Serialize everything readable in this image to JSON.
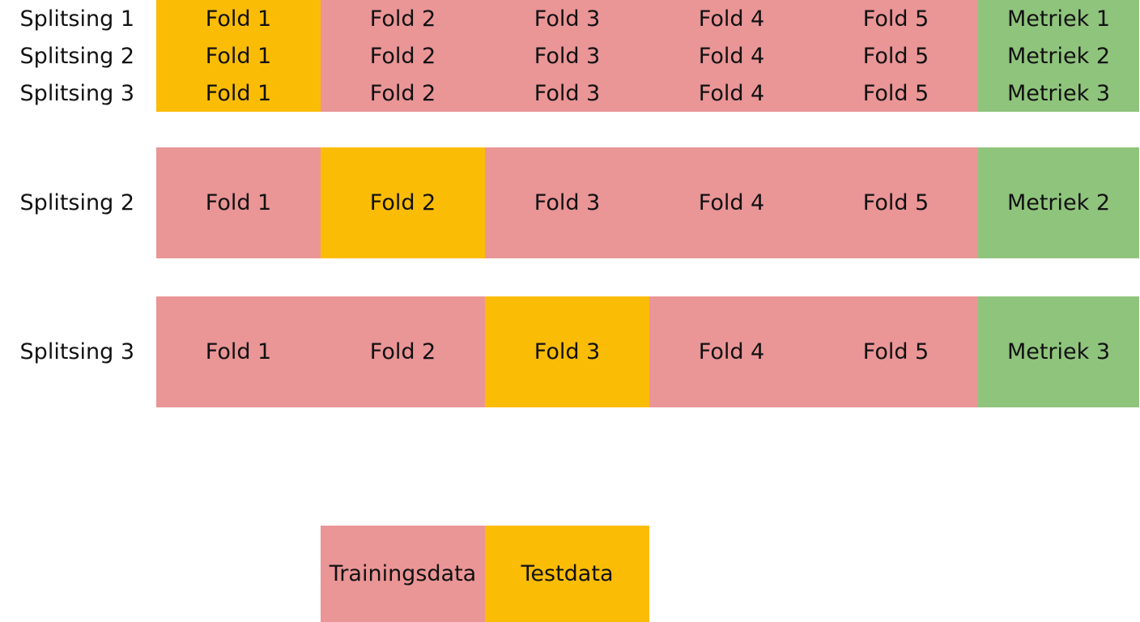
{
  "colors": {
    "training": "#ea9596",
    "test": "#fbbc05",
    "metric": "#8fc47c"
  },
  "block1": {
    "labels": [
      "Splitsing 1",
      "Splitsing 2",
      "Splitsing 3"
    ],
    "folds": [
      "Fold 1",
      "Fold 2",
      "Fold 3",
      "Fold 4",
      "Fold 5"
    ],
    "metrics": [
      "Metriek 1",
      "Metriek 2",
      "Metriek 3"
    ]
  },
  "block2": {
    "label": "Splitsing 2",
    "folds": [
      "Fold 1",
      "Fold 2",
      "Fold 3",
      "Fold 4",
      "Fold 5"
    ],
    "metric": "Metriek 2"
  },
  "block3": {
    "label": "Splitsing 3",
    "folds": [
      "Fold 1",
      "Fold 2",
      "Fold 3",
      "Fold 4",
      "Fold 5"
    ],
    "metric": "Metriek 3"
  },
  "legend": {
    "training": "Trainingsdata",
    "test": "Testdata"
  }
}
